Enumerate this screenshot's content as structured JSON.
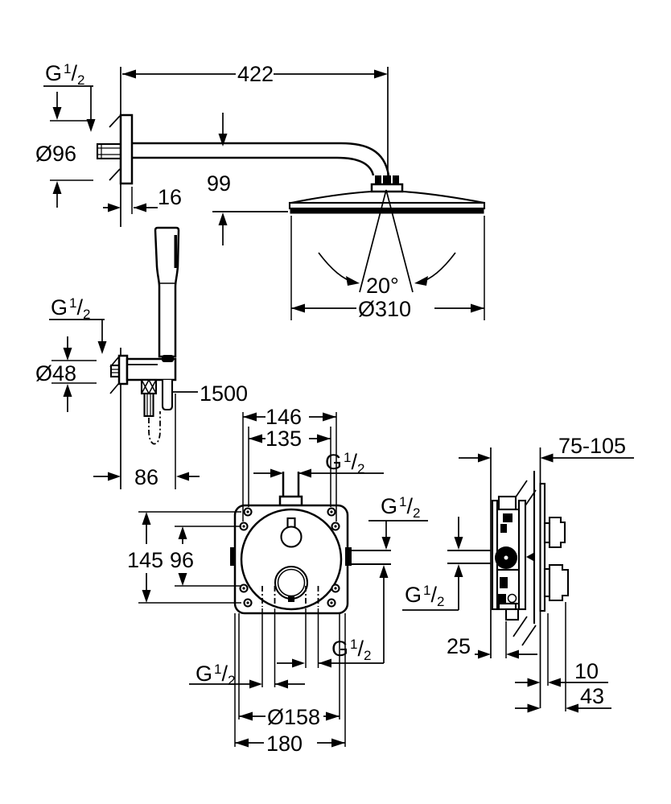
{
  "drawing": {
    "thread_label": {
      "prefix": "G",
      "sup": "1",
      "slash": "/",
      "sub": "2"
    },
    "dims": {
      "arm_reach": "422",
      "head_drop": "99",
      "escutcheon_depth": "16",
      "escutcheon_diameter": "Ø96",
      "head_diameter": "Ø310",
      "spray_angle": "20°",
      "holder_diameter": "Ø48",
      "hose_length": "1500",
      "holder_projection": "86",
      "valve_width_outer": "146",
      "valve_width_inner": "135",
      "valve_height_outer": "145",
      "valve_height_inner": "96",
      "trim_diameter": "Ø158",
      "plate_width": "180",
      "install_depth_range": "75-105",
      "body_depth": "25",
      "wall_clearance": "10",
      "handle_projection": "43"
    },
    "colors": {
      "ink": "#000000",
      "paper": "#ffffff"
    }
  }
}
